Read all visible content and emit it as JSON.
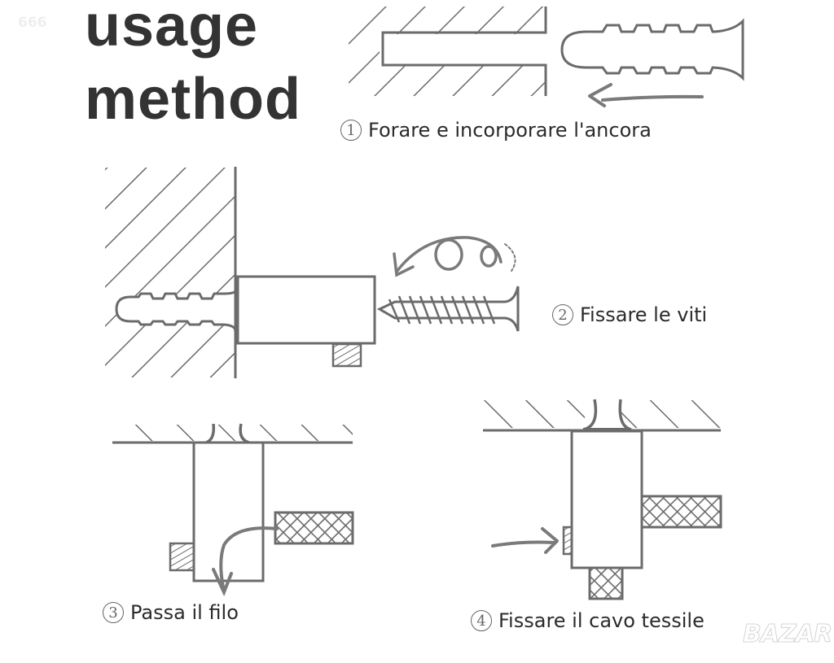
{
  "watermark_number": "666",
  "title": {
    "line1": "usage",
    "line2": "method"
  },
  "steps": [
    {
      "num": "1",
      "label": "Forare e incorporare l'ancora"
    },
    {
      "num": "2",
      "label": "Fissare le viti"
    },
    {
      "num": "3",
      "label": "Passa il filo"
    },
    {
      "num": "4",
      "label": "Fissare il cavo tessile"
    }
  ],
  "brand_watermark": "BAZAR",
  "colors": {
    "line": "#6b6b6b",
    "title": "#333333",
    "text": "#2b2b2b"
  }
}
